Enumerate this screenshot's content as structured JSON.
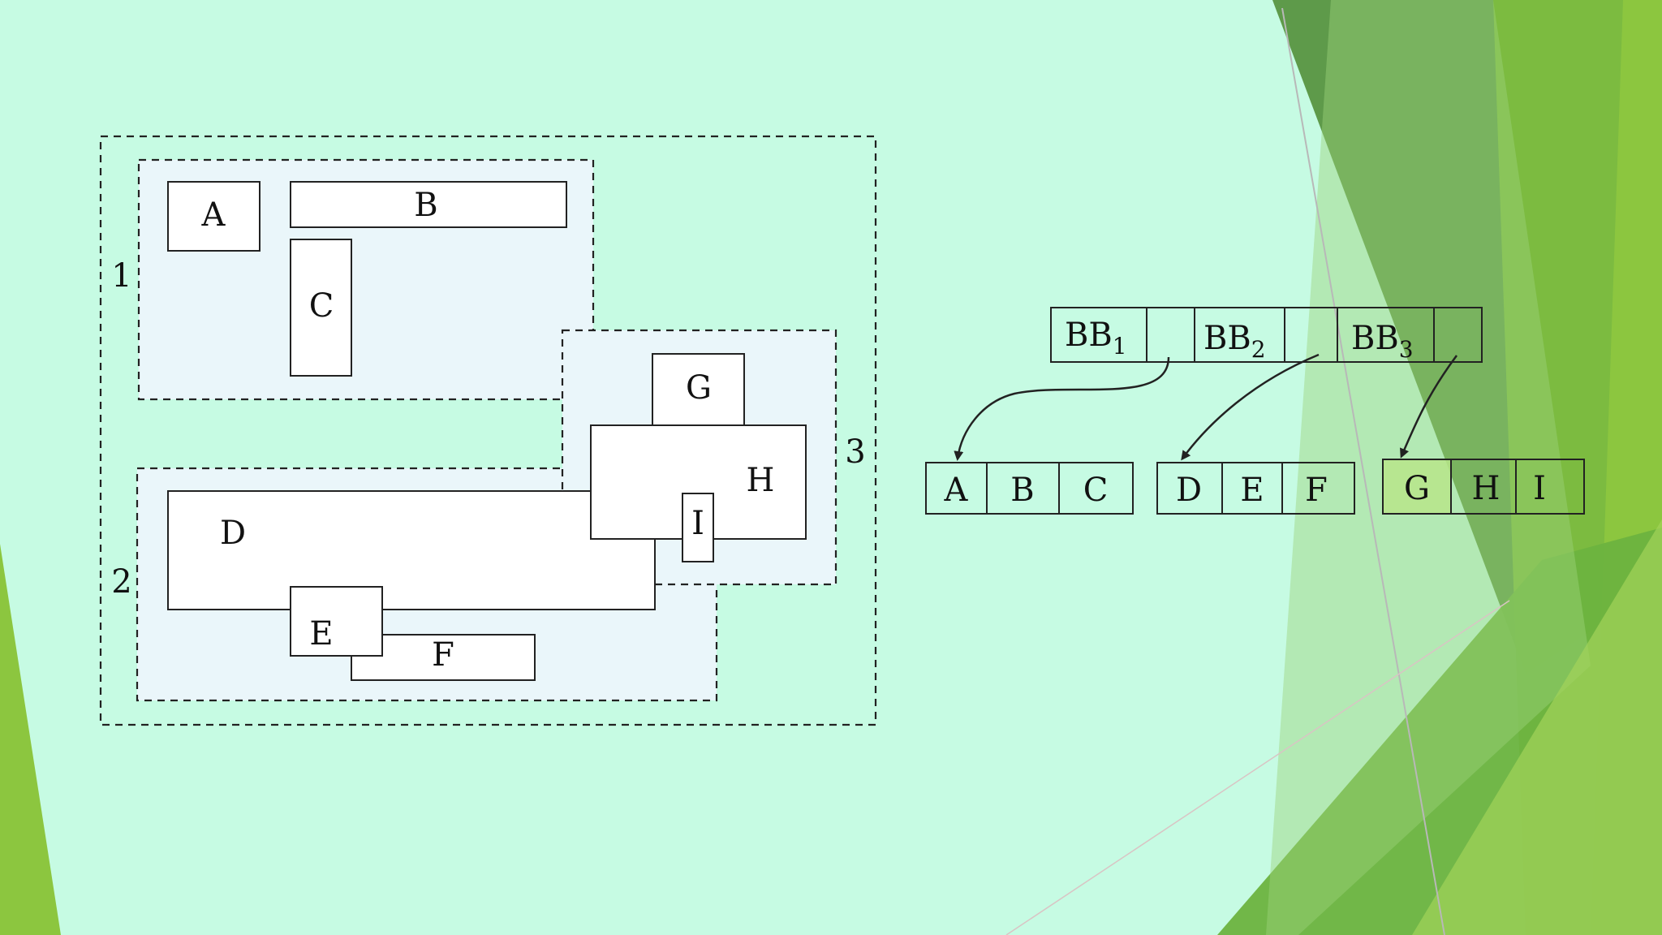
{
  "diagram": {
    "region_labels": [
      "1",
      "2",
      "3"
    ],
    "rectangles": [
      "A",
      "B",
      "C",
      "D",
      "E",
      "F",
      "G",
      "H",
      "I"
    ],
    "root_node": {
      "entries": [
        {
          "base": "BB",
          "sub": "1"
        },
        {
          "base": "BB",
          "sub": "2"
        },
        {
          "base": "BB",
          "sub": "3"
        }
      ]
    },
    "leaf_nodes": [
      [
        "A",
        "B",
        "C"
      ],
      [
        "D",
        "E",
        "F"
      ],
      [
        "G",
        "H",
        "I"
      ]
    ]
  },
  "colors": {
    "background": "#c6fbe3",
    "region_fill": "#eaf6fa",
    "green_dark": "#5e9a4a",
    "green_mid": "#6db33f",
    "green_light": "#8cc63f"
  }
}
